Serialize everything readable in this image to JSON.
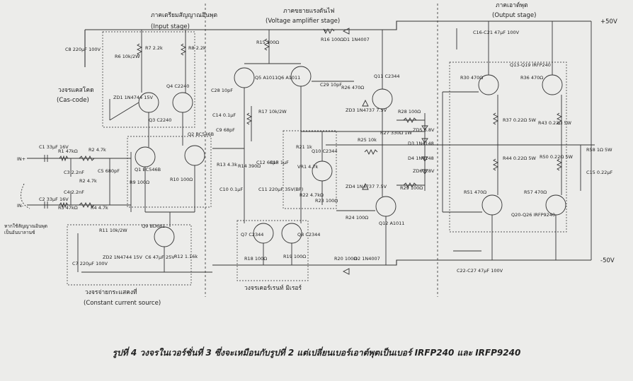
{
  "stages": {
    "input_th": "ภาคเตรียมสัญญาณอินพุต",
    "input_en": "(Input stage)",
    "vas_th": "ภาคขยายแรงดันไฟ",
    "vas_en": "(Voltage amplifier stage)",
    "output_th": "ภาคเอาต์พุต",
    "output_en": "(Output stage)",
    "cascode_th": "วงจรแคสโคด",
    "cascode_en": "(Cas-code)",
    "ccs_th": "วงจรจ่ายกระแสคงที่",
    "ccs_en": "(Constant current source)",
    "mirror_th": "วงจรเคอร์เรนท์ มิเรอร์"
  },
  "rails": {
    "pos": "+50V",
    "neg": "-50V"
  },
  "labels": {
    "in_plus": "IN+",
    "in_minus": "IN-",
    "jumper_note_1": "หากใช้สัญญาณอินพุต",
    "jumper_note_2": "เป็นอันบาลานซ์",
    "c8": "C8 220µF 100V",
    "r6": "R6 10k/2W",
    "r7": "R7 2.2k",
    "r8": "R8 2.2k",
    "zd1": "ZD1 1N4744 15V",
    "q3": "Q3 C2240",
    "q4": "Q4 C2240",
    "c1": "C1 33µF 16V",
    "r1": "R1 47kΩ",
    "r2": "R2 4.7k",
    "c3": "C3 2.2nF",
    "r2b": "R2 4.7k",
    "c5": "C5 680pF",
    "c4": "C4 2.2nF",
    "c2": "C2 33µF 16V",
    "r3": "R3 47kΩ",
    "r4": "R4 4.7k",
    "q1": "Q1 BC546B",
    "q2": "Q2 BC546B",
    "r9": "R9 100Ω",
    "r10": "R10 100Ω",
    "r11": "R11 10k/2W",
    "q9": "Q9 BD681",
    "c7": "C7 220µF 100V",
    "zd2": "ZD2 1N4744 15V",
    "c6": "C6 47µF 25V",
    "r12": "R12 1.16k",
    "r15": "R15 100Ω",
    "r16": "R16 100Ω",
    "d1": "D1 1N4007",
    "q5": "Q5 A1011",
    "q6": "Q6 A1011",
    "c28": "C28 10pF",
    "c29": "C29 10pF",
    "c14": "C14 0.1µF",
    "r17": "R17 10k/2W",
    "c9": "C9 68pF",
    "r13": "R13 4.3k",
    "r14": "R14 390Ω",
    "c10": "C10 0.1µF",
    "c11": "C11 220µF 35V(BP)",
    "c12": "C12 68pF",
    "c13": "C13 1µF",
    "r21": "R21 1k",
    "vr1": "VR1 4.7k",
    "q10": "Q10 C2344",
    "r22": "R22 4.7kΩ",
    "r23": "R23 100Ω",
    "r26": "R26 470Ω",
    "zd3": "ZD3 1N4737 7.5V",
    "q11": "Q11 C2344",
    "r25": "R25 10k",
    "r27": "R27 330Ω 1W",
    "r28": "R28 100Ω",
    "zd5": "ZD5 6.8V",
    "d3": "D3 1N4148",
    "d4": "D4 1N4148",
    "zd6": "ZD6 6.8V",
    "r29": "R29 100Ω",
    "zd4": "ZD4 1N4737 7.5V",
    "r24": "R24 100Ω",
    "q12": "Q12 A1011",
    "q7": "Q7 C2344",
    "q8": "Q8 C2344",
    "r18": "R18 100Ω",
    "r19": "R19 100Ω",
    "r20": "R20 100Ω",
    "d2": "D2 1N4007",
    "c16_21": "C16-C21 47µF 100V",
    "q13_19": "Q13-Q19 IRFP240",
    "r30": "R30 470Ω",
    "r36": "R36 470Ω",
    "r37": "R37 0.22Ω 5W",
    "r43": "R43 0.22Ω 5W",
    "r44": "R44 0.22Ω 5W",
    "r50": "R50 0.22Ω 5W",
    "r51": "R51 470Ω",
    "r57": "R57 470Ω",
    "q20_26": "Q20-Q26 IRFP9240",
    "r58": "R58 1Ω 5W",
    "c15": "C15 0.22µF",
    "c22_27": "C22-C27 47µF 100V"
  },
  "caption": "รูปที่ 4 วงจรในเวอร์ชั่นที่ 3 ซึ่งจะเหมือนกับรูปที่ 2 แต่เปลี่ยนเบอร์เอาต์พุตเป็นเบอร์ IRFP240 และ IRFP9240"
}
